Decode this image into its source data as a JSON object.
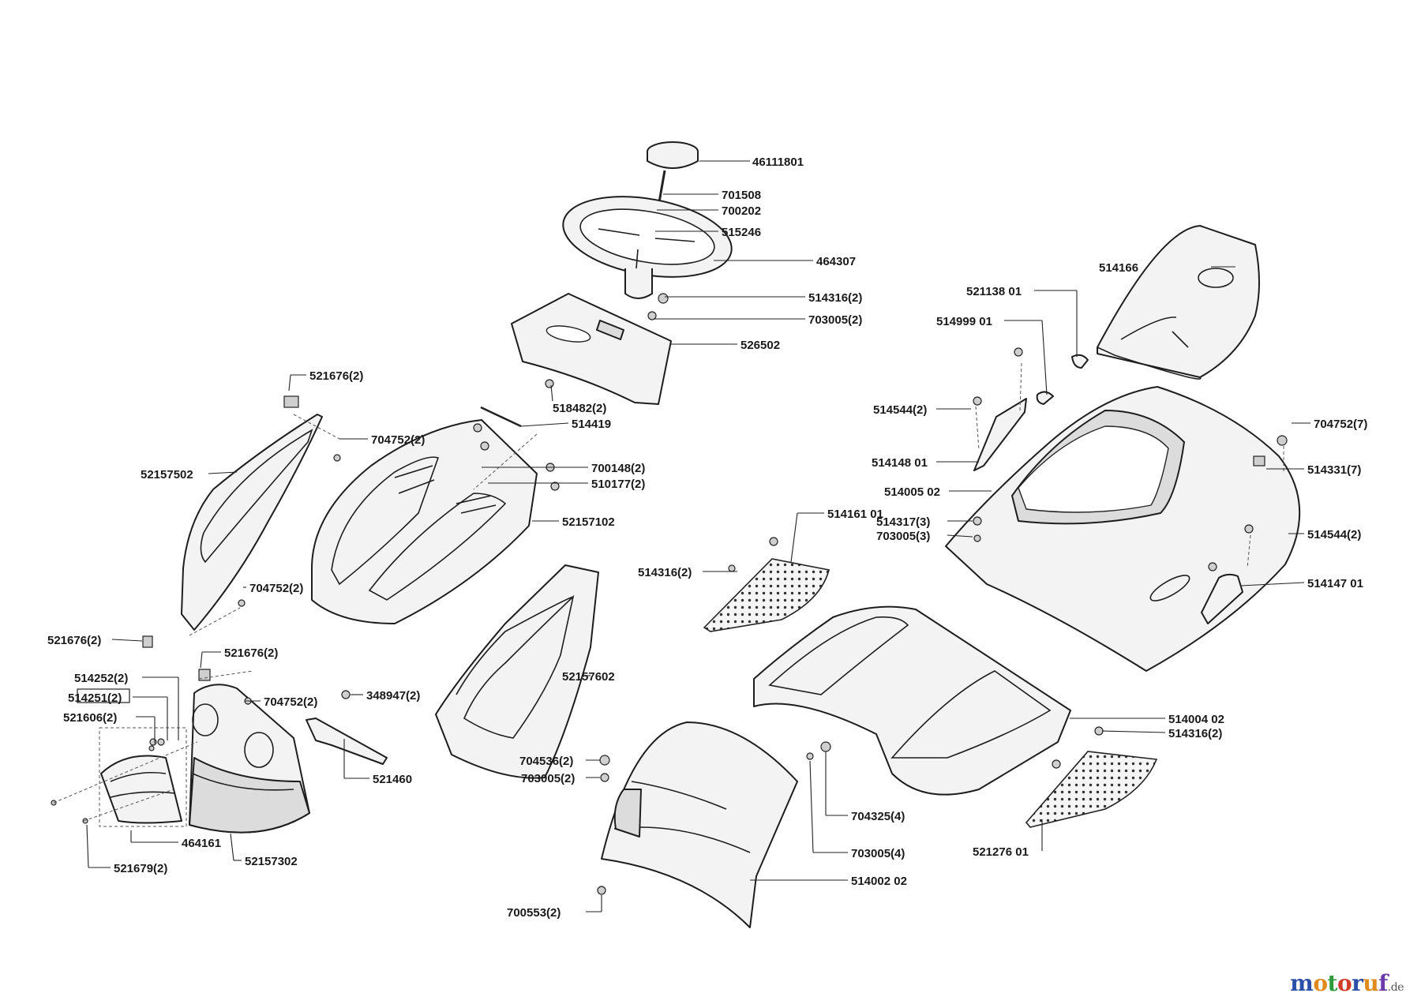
{
  "labels": [
    "46111801",
    "701508",
    "700202",
    "515246",
    "464307",
    "514316(2)",
    "703005(2)",
    "526502",
    "518482(2)",
    "514419",
    "521676(2)",
    "704752(2)",
    "52157502",
    "700148(2)",
    "510177(2)",
    "52157102",
    "704752(2)",
    "521676(2)",
    "521676(2)",
    "514252(2)",
    "514251(2)",
    "521606(2)",
    "704752(2)",
    "348947(2)",
    "521460",
    "52157602",
    "464161",
    "52157302",
    "521679(2)",
    "704536(2)",
    "703005(2)",
    "700553(2)",
    "704325(4)",
    "703005(4)",
    "514002 02",
    "514316(2)",
    "514161 01",
    "514166",
    "521138 01",
    "514999 01",
    "514544(2)",
    "514148 01",
    "514005 02",
    "514317(3)",
    "703005(3)",
    "704752(7)",
    "514331(7)",
    "514544(2)",
    "514147 01",
    "514004 02",
    "514316(2)",
    "521276 01"
  ],
  "brand": {
    "name": "motoruf",
    "tld": ".de"
  }
}
